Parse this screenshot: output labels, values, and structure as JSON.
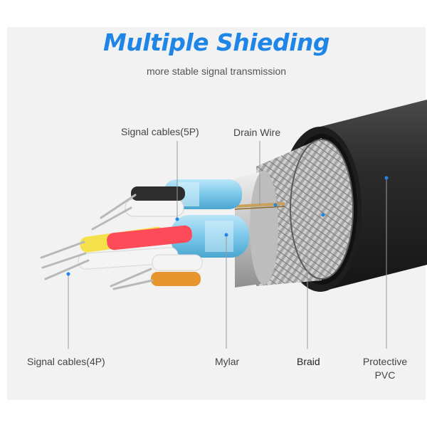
{
  "header": {
    "title": "Multiple Shieding",
    "subtitle": "more stable signal transmission"
  },
  "labels": {
    "signal_5p": "Signal cables(5P)",
    "drain_wire": "Drain Wire",
    "signal_4p": "Signal cables(4P)",
    "mylar": "Mylar",
    "braid": "Braid",
    "protective_line1": "Protective",
    "protective_line2": "PVC"
  },
  "colors": {
    "title_blue": "#1f86e8",
    "panel_bg": "#f2f2f2",
    "outer_pvc": "#2a2a2a",
    "mylar_blue": "#7cc8ea",
    "braid_silver": "#a9a9a9",
    "wire_red": "#ff4a5a",
    "wire_yellow": "#f4e04a",
    "wire_orange": "#e6952f",
    "wire_white": "#f4f4f4",
    "wire_black": "#2d2d2d",
    "pointer_dot": "#1f86e8"
  }
}
